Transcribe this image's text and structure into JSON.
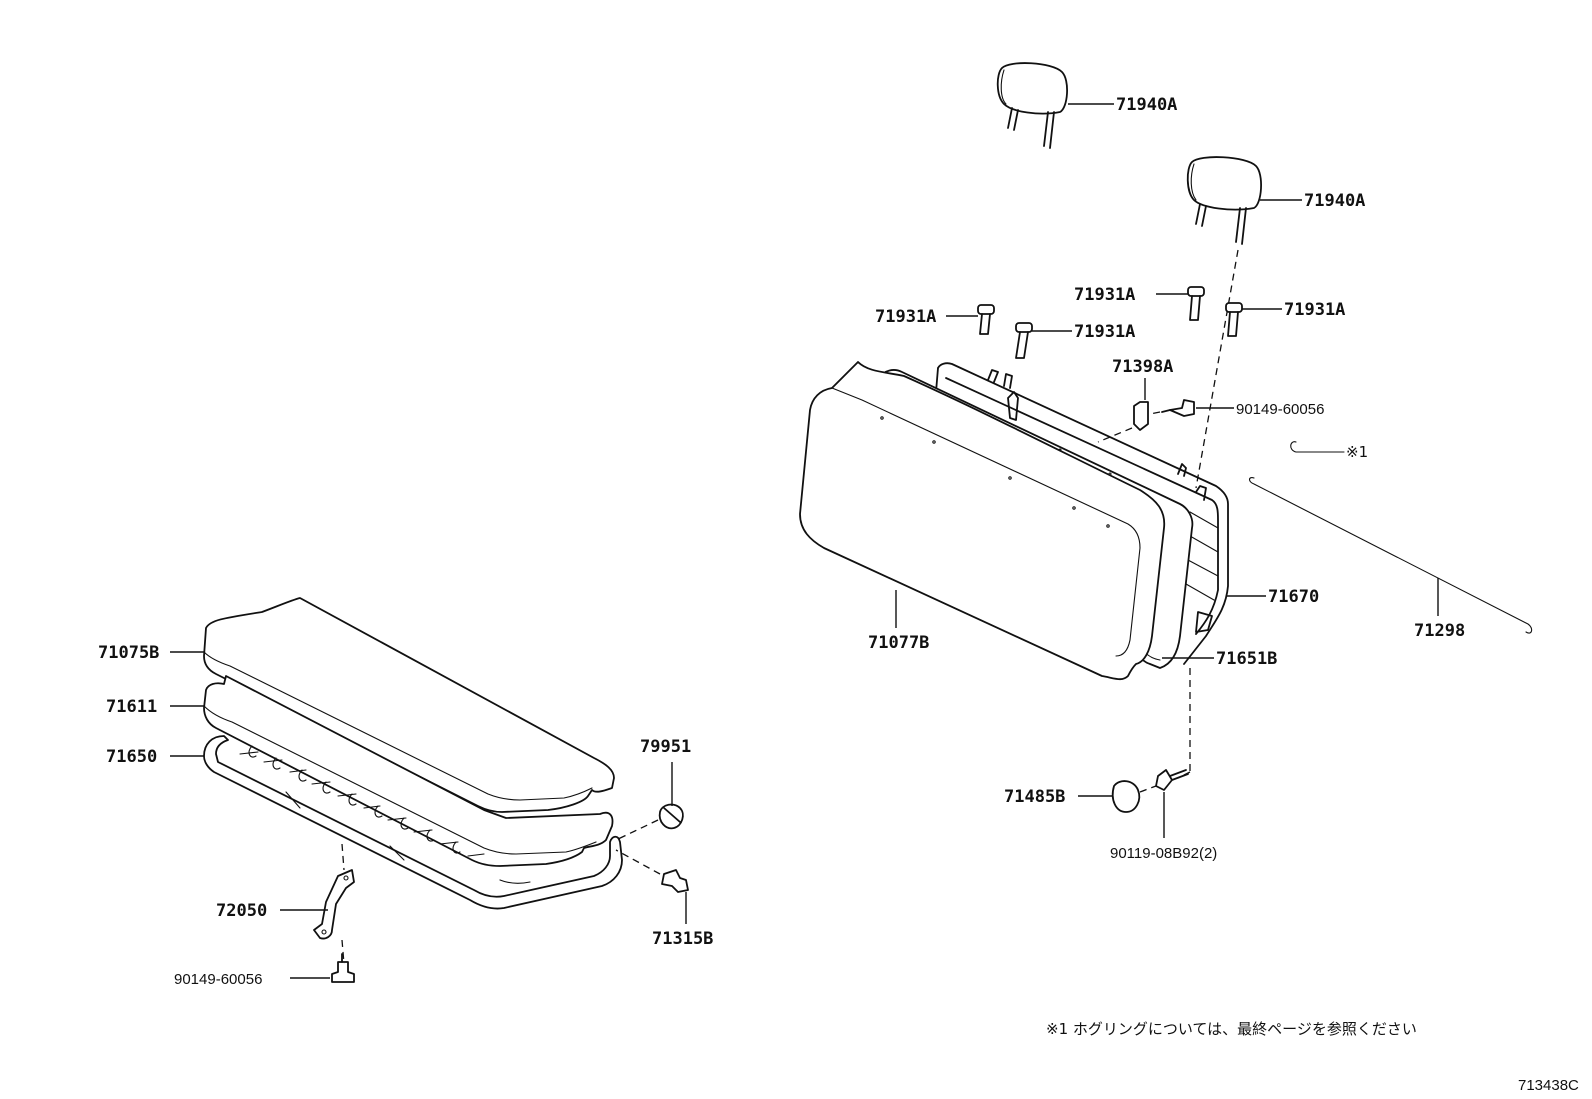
{
  "labels": {
    "p71940A_top": "71940A",
    "p71940A_right": "71940A",
    "p71931A_a": "71931A",
    "p71931A_b": "71931A",
    "p71931A_c": "71931A",
    "p71931A_d": "71931A",
    "p71398A": "71398A",
    "p90149_60056_upper": "90149-60056",
    "ref_mark_1": "※1",
    "p71670": "71670",
    "p71298": "71298",
    "p71077B": "71077B",
    "p71651B": "71651B",
    "p71485B": "71485B",
    "p90119_08B92": "90119-08B92(2)",
    "p71075B": "71075B",
    "p71611": "71611",
    "p71650": "71650",
    "p79951": "79951",
    "p71315B": "71315B",
    "p72050": "72050",
    "p90149_60056_lower": "90149-60056"
  },
  "footnote": "※1  ホグリングについては、最終ページを参照ください",
  "diagram_code": "713438C"
}
